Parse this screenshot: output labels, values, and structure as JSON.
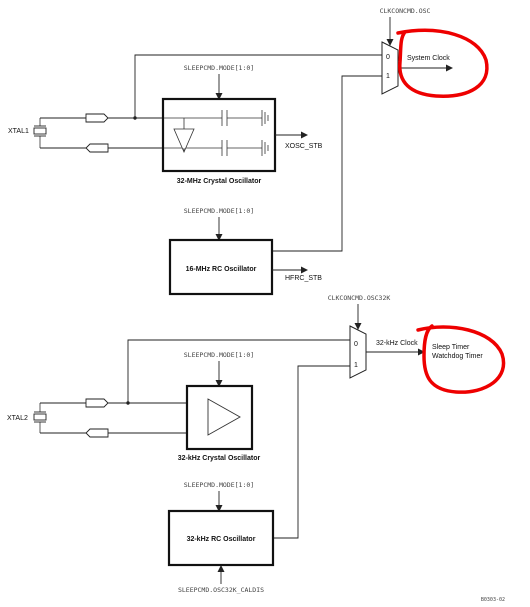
{
  "top": {
    "mux_select": "CLKCONCMD.OSC",
    "mux_input_0": "0",
    "mux_input_1": "1",
    "output_label": "System Clock",
    "xtal_label": "XTAL1",
    "crystal_mode": "SLEEPCMD.MODE[1:0]",
    "crystal_name": "32-MHz Crystal Oscillator",
    "crystal_stable": "XOSC_STB",
    "rc_mode": "SLEEPCMD.MODE[1:0]",
    "rc_name": "16-MHz RC Oscillator",
    "rc_stable": "HFRC_STB"
  },
  "bottom": {
    "mux_select": "CLKCONCMD.OSC32K",
    "mux_input_0": "0",
    "mux_input_1": "1",
    "output_label": "32-kHz Clock",
    "consumer_1": "Sleep Timer",
    "consumer_2": "Watchdog Timer",
    "xtal_label": "XTAL2",
    "crystal_mode": "SLEEPCMD.MODE[1:0]",
    "crystal_name": "32-kHz Crystal Oscillator",
    "rc_mode": "SLEEPCMD.MODE[1:0]",
    "rc_name": "32-kHz RC Oscillator",
    "calibration_control": "SLEEPCMD.OSC32K_CALDIS"
  },
  "figure_id": "B0303-02",
  "colors": {
    "annotation": "#ee0000",
    "line": "#222222"
  }
}
